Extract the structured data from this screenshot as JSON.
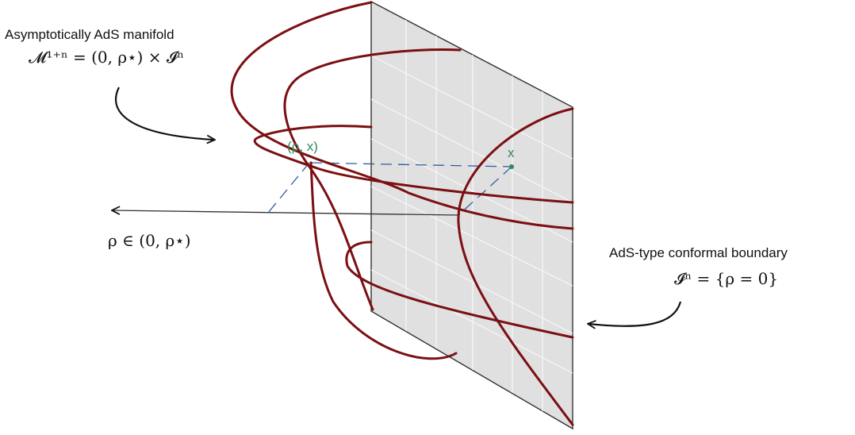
{
  "colors": {
    "curve": "#7b0f12",
    "boundary_fill": "#e0e0e0",
    "boundary_edge": "#333333",
    "grid": "#f7f7f7",
    "dashed": "#2f5f9e",
    "point_label": "#2e8b57",
    "arrow": "#111111"
  },
  "manifold_label": {
    "title": "Asymptotically AdS manifold",
    "formula": "𝓜¹⁺ⁿ = (0, ρ⋆) × 𝓘ⁿ"
  },
  "boundary_label": {
    "title": "AdS-type conformal boundary",
    "formula": "𝓘ⁿ = {ρ = 0}"
  },
  "rho_axis_label": "ρ ∈ (0, ρ⋆)",
  "point_rho_x": "(ρ, x)",
  "point_x": "x"
}
